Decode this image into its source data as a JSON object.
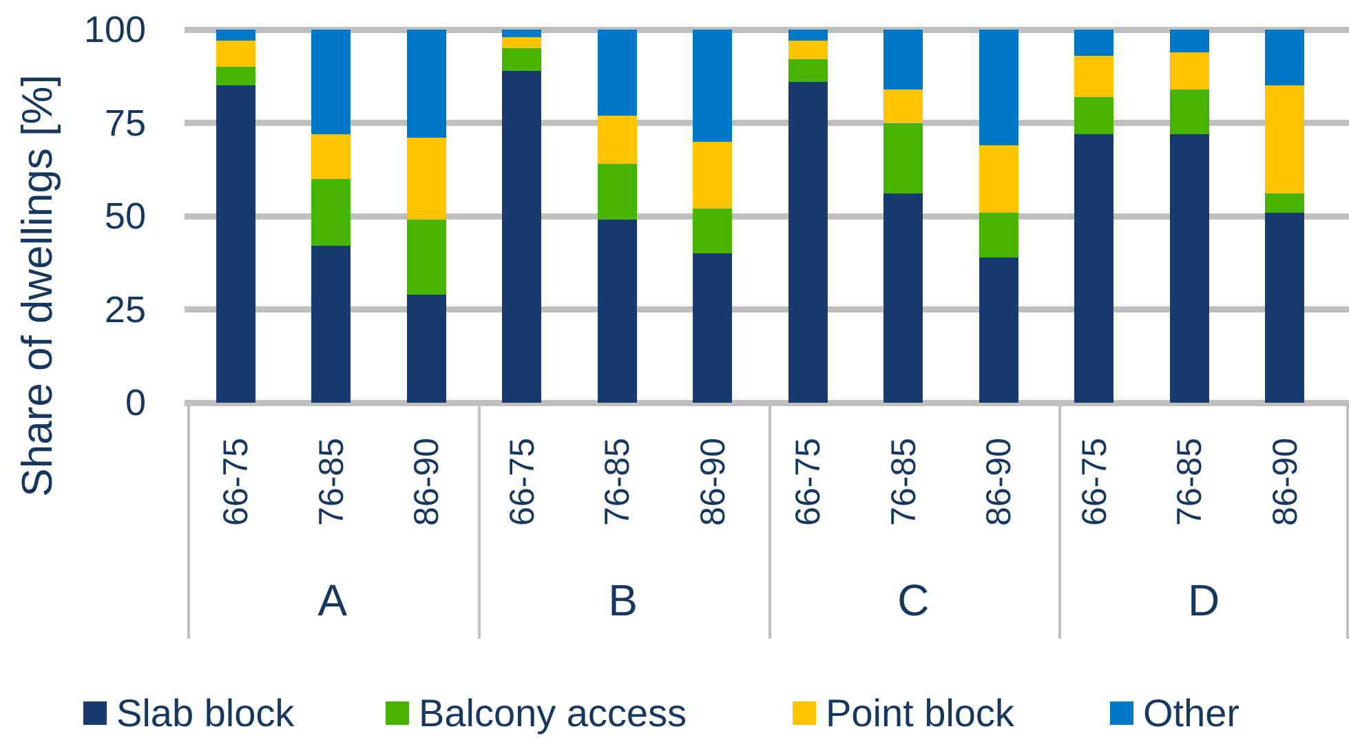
{
  "colors": {
    "slab_block": "#173B6E",
    "balcony_access": "#46B400",
    "point_block": "#FFC400",
    "other": "#0078C8",
    "gridline": "#BFBFBF",
    "text": "#17375E",
    "background": "#FFFFFF"
  },
  "chart_data": {
    "type": "bar",
    "stacked": true,
    "grid": true,
    "legend_position": "bottom",
    "ylabel": "Share of dwellings [%]",
    "ylim": [
      0,
      100
    ],
    "yticks": [
      100,
      75,
      50,
      25,
      0
    ],
    "groups": [
      "A",
      "B",
      "C",
      "D"
    ],
    "categories_per_group": [
      "66-75",
      "76-85",
      "86-90"
    ],
    "bar_columns": [
      "A 66-75",
      "A 76-85",
      "A 86-90",
      "B 66-75",
      "B 76-85",
      "B 86-90",
      "C 66-75",
      "C 76-85",
      "C 86-90",
      "D 66-75",
      "D 76-85",
      "D 86-90"
    ],
    "series": [
      {
        "name": "Slab block",
        "color": "#173B6E",
        "values": [
          85,
          42,
          29,
          89,
          49,
          40,
          86,
          56,
          39,
          72,
          72,
          51
        ]
      },
      {
        "name": "Balcony access",
        "color": "#46B400",
        "values": [
          5,
          18,
          20,
          6,
          15,
          12,
          6,
          19,
          12,
          10,
          12,
          5
        ]
      },
      {
        "name": "Point block",
        "color": "#FFC400",
        "values": [
          7,
          12,
          22,
          3,
          13,
          18,
          5,
          9,
          18,
          11,
          10,
          29
        ]
      },
      {
        "name": "Other",
        "color": "#0078C8",
        "values": [
          3,
          28,
          29,
          2,
          23,
          30,
          3,
          16,
          31,
          7,
          6,
          15
        ]
      }
    ]
  }
}
